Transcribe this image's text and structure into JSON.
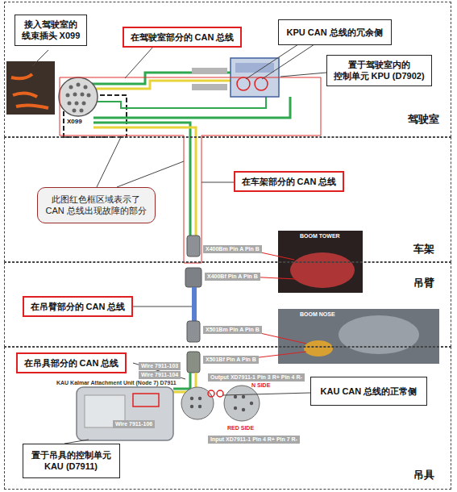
{
  "diagram": {
    "nodes": [
      {
        "text": [
          "驾驶室"
        ]
      },
      {
        "text": [
          "接入驾驶室的 线束插头 X099"
        ],
        "in": 0
      },
      {
        "text": [
          "在驾驶室部分的 CAN 总线"
        ],
        "in": 0
      },
      {
        "text": [
          "KPU CAN 总线的冗余侧"
        ],
        "in": 0
      },
      {
        "text": [
          "置于驾驶室内的 控制单元 KPU (D7902)"
        ],
        "in": 0
      },
      {
        "text": [
          "车架"
        ]
      },
      {
        "text": [
          "此图红色框区域表示了 CAN 总线出现故障的部分"
        ],
        "in": 5
      },
      {
        "text": [
          "在车架部分的 CAN 总线"
        ],
        "in": 5
      },
      {
        "text": [
          "吊臂"
        ]
      },
      {
        "text": [
          "在吊臂部分的 CAN 总线"
        ],
        "in": 8
      },
      {
        "text": [
          "吊具"
        ]
      },
      {
        "text": [
          "在吊具部分的 CAN 总线"
        ],
        "in": 10
      },
      {
        "text": [
          "KAU CAN 总线的正常侧"
        ],
        "in": 10
      },
      {
        "text": [
          "置于吊具的控制单元 KAU (D7911)"
        ],
        "in": 10
      }
    ],
    "labels": [
      "X099",
      "X400Bm Pin A Pin B",
      "BOOM TOWER",
      "X400Bf Pin A Pin B",
      "X501Bm Pin A Pin B",
      "BOOM NOSE",
      "X501Bf Pin A Pin B",
      "Wire 7911-103",
      "Wire 7911-104",
      "KAU Kalmar Attachment Unit (Node 7) D7911",
      "Output XD7911-1 Pin 3 R+ Pin 4 R-",
      "N SIDE",
      "RED SIDE",
      "Wire 7911-106",
      "Input XD7911-1 Pin 4 R+ Pin 7 R-"
    ]
  }
}
